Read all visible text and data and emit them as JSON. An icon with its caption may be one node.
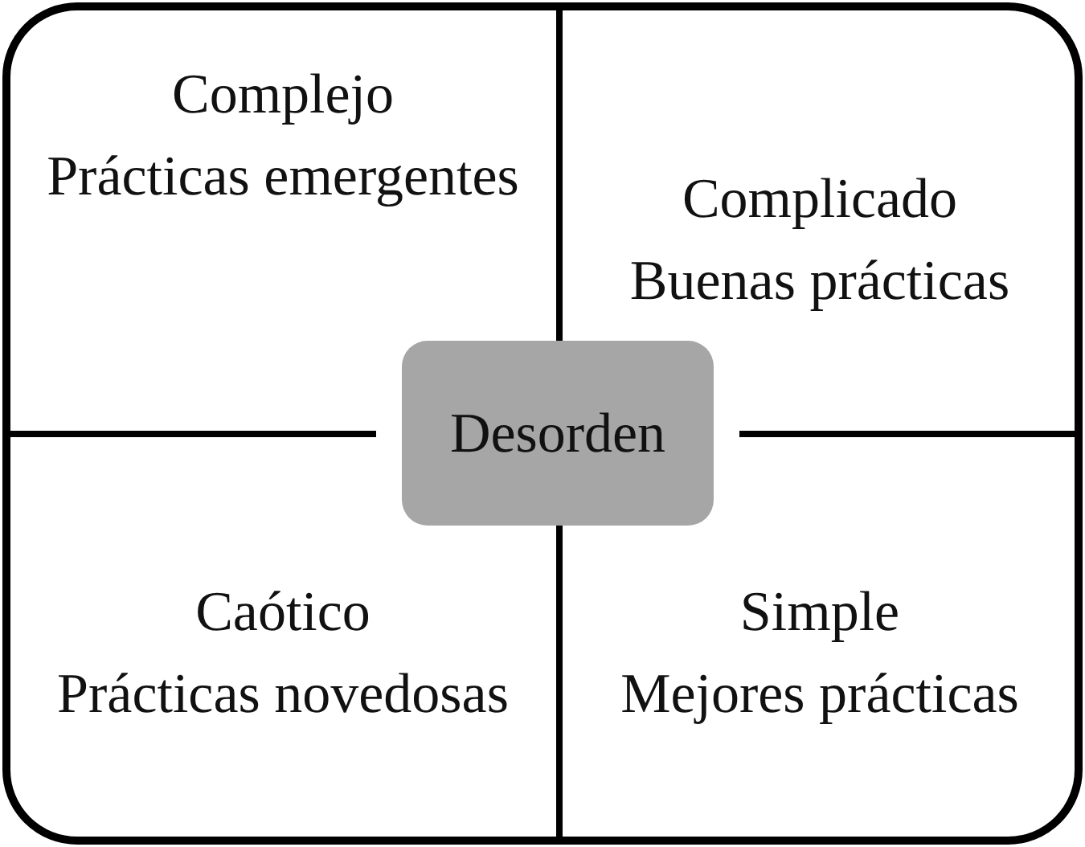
{
  "diagram": {
    "nodes": [
      {
        "text": [
          "Complejo",
          "Prácticas emergentes"
        ]
      },
      {
        "text": [
          "Complicado",
          "Buenas prácticas"
        ]
      },
      {
        "text": [
          "Caótico",
          "Prácticas novedosas"
        ]
      },
      {
        "text": [
          "Simple",
          "Mejores prácticas"
        ]
      },
      {
        "text": [
          "Desorden"
        ]
      }
    ]
  }
}
